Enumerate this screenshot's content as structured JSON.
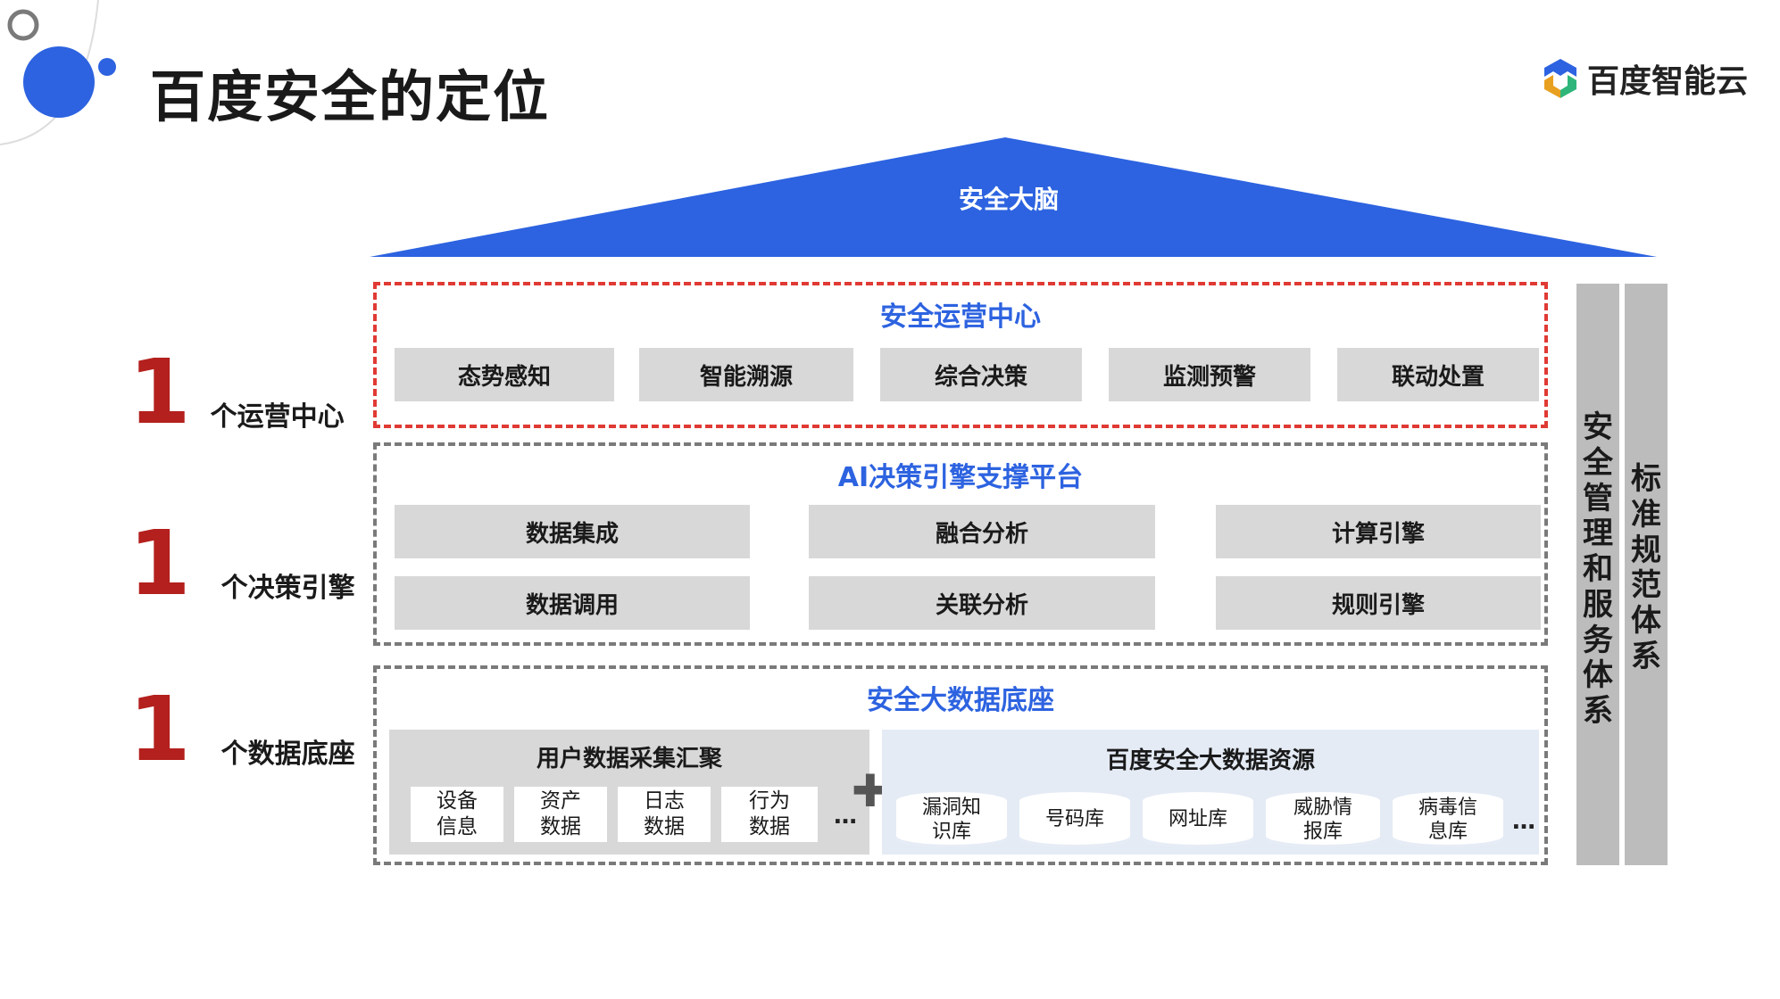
{
  "page": {
    "title": "百度安全的定位",
    "logo_text": "百度智能云"
  },
  "roof": {
    "label": "安全大脑"
  },
  "left_labels": [
    {
      "number": "1",
      "text": "个运营中心"
    },
    {
      "number": "1",
      "text": "个决策引擎"
    },
    {
      "number": "1",
      "text": "个数据底座"
    }
  ],
  "soc": {
    "title": "安全运营中心",
    "items": [
      "态势感知",
      "智能溯源",
      "综合决策",
      "监测预警",
      "联动处置"
    ]
  },
  "ai_platform": {
    "title": "AI决策引擎支撑平台",
    "items": [
      "数据集成",
      "融合分析",
      "计算引擎",
      "数据调用",
      "关联分析",
      "规则引擎"
    ]
  },
  "bigdata": {
    "title": "安全大数据底座",
    "user_data": {
      "title": "用户数据采集汇聚",
      "items": [
        "设备\n信息",
        "资产\n数据",
        "日志\n数据",
        "行为\n数据"
      ],
      "more": "…"
    },
    "plus": "✚",
    "baidu_data": {
      "title": "百度安全大数据资源",
      "items": [
        "漏洞知\n识库",
        "号码库",
        "网址库",
        "威胁情\n报库",
        "病毒信\n息库"
      ],
      "more": "…"
    }
  },
  "pillars": [
    {
      "text": "安全管理和服务体系"
    },
    {
      "text": "标准规范体系"
    }
  ],
  "colors": {
    "accent_blue": "#2d63e0",
    "roof_blue": "#2d63e0",
    "red_number": "#b3201d",
    "red_dash": "#e03a34",
    "box_gray": "#d8d8d8",
    "pillar_gray": "#bcbcbc",
    "light_blue_panel": "#e4ebf5"
  }
}
